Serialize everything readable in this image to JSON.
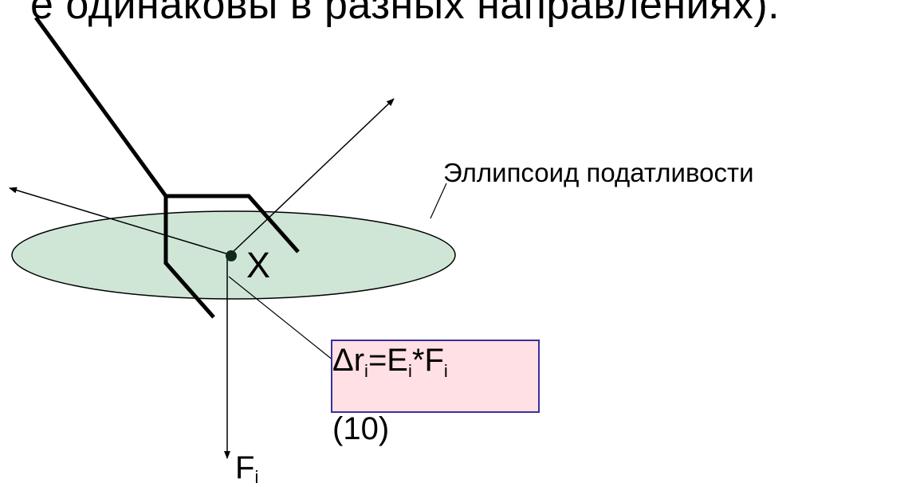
{
  "heading": "е одинаковы в разных направлениях).",
  "ellipsoid_label": "Эллипсоид податливости",
  "point_label": "X",
  "force_label": {
    "main": "F",
    "sub": "i"
  },
  "formula": {
    "delta": "Δr",
    "sub1": "i",
    "eq": "=E",
    "sub2": "i",
    "mul": "*F",
    "sub3": "i",
    "number": "(10)"
  },
  "colors": {
    "ellipse_fill": "#cfe6d6",
    "formula_box_fill": "#ffe0e4",
    "formula_box_border": "#3a2fa0",
    "line": "#000000"
  }
}
